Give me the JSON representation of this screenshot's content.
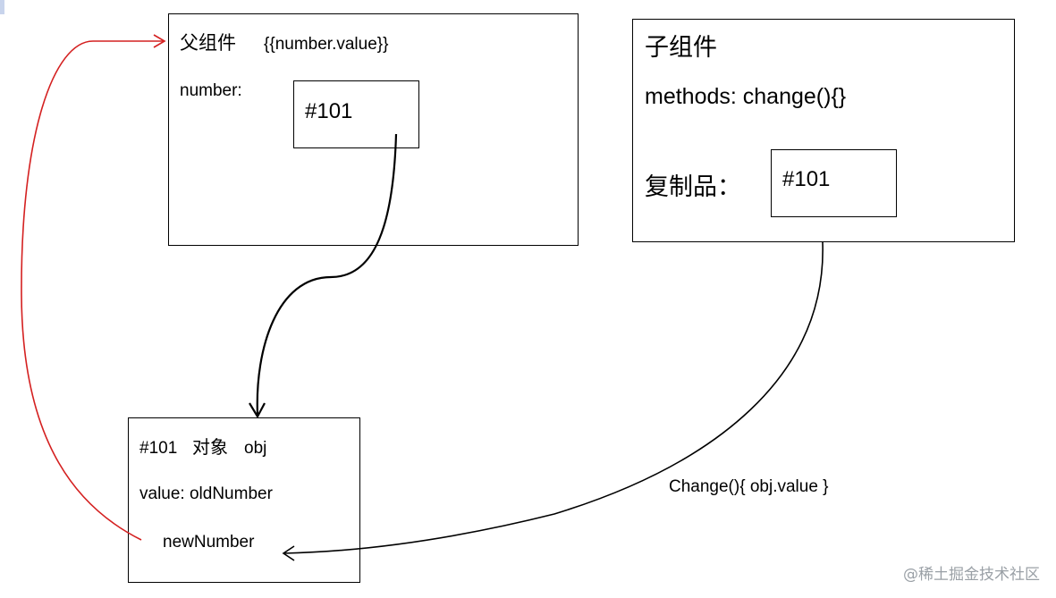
{
  "parent": {
    "title": "父组件",
    "template": "{{number.value}}",
    "prop_label": "number:",
    "ref": "#101"
  },
  "child": {
    "title": "子组件",
    "methods": "methods: change(){}",
    "copy_label": "复制品：",
    "ref": "#101"
  },
  "object": {
    "header_id": "#101",
    "header_type": "对象",
    "header_name": "obj",
    "value_line": "value: oldNumber",
    "new_value": "newNumber"
  },
  "edge_label": "Change(){ obj.value }",
  "watermark": "@稀土掘金技术社区",
  "colors": {
    "reference_arrow": "#000000",
    "update_arrow": "#d42020"
  }
}
